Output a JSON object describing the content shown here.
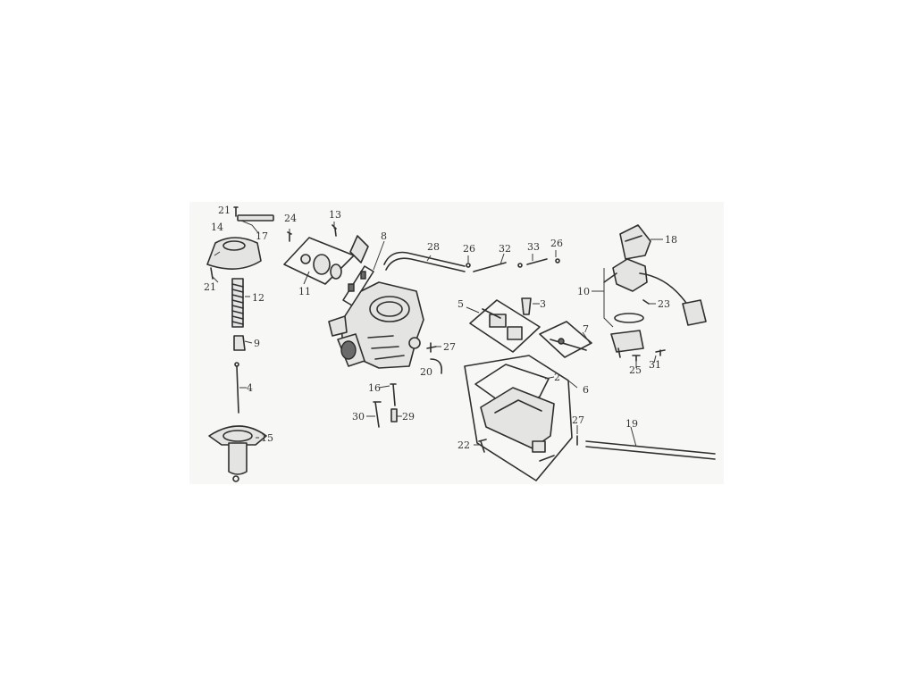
{
  "diagram": {
    "callouts": {
      "c1": "21",
      "c2": "17",
      "c3": "14",
      "c4": "21",
      "c5": "12",
      "c6": "9",
      "c7": "4",
      "c8": "15",
      "c9": "24",
      "c10": "13",
      "c11": "11",
      "c12": "8",
      "c13": "16",
      "c14": "30",
      "c15": "29",
      "c16": "27",
      "c17": "20",
      "c18": "28",
      "c19": "26",
      "c20": "32",
      "c21": "33",
      "c22": "26",
      "c23": "5",
      "c24": "3",
      "c25": "7",
      "c26": "2",
      "c27": "6",
      "c28": "22",
      "c29": "27",
      "c30": "19",
      "c31": "18",
      "c32": "10",
      "c33": "23",
      "c34": "25",
      "c35": "31"
    }
  }
}
